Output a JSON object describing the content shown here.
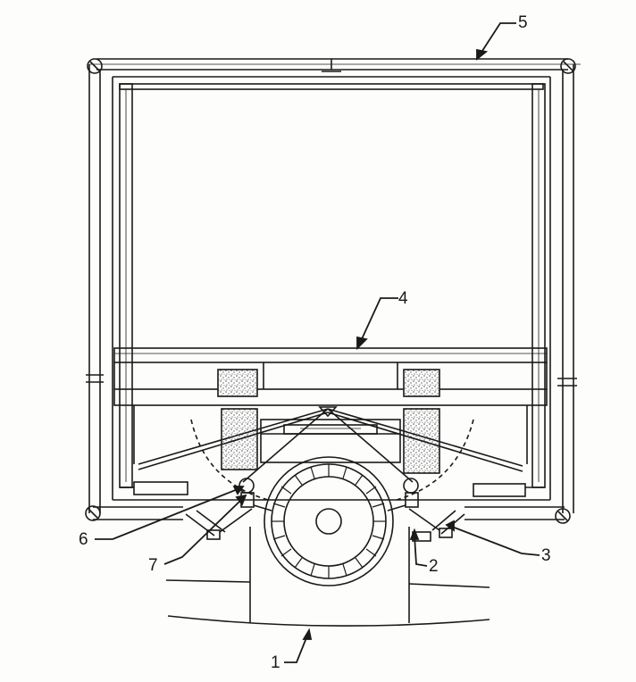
{
  "colors": {
    "ink": "#1a1a1a",
    "paper": "#fdfdfb",
    "hatch": "#555555"
  },
  "callouts": [
    {
      "id": "c1",
      "label": "1"
    },
    {
      "id": "c2",
      "label": "2"
    },
    {
      "id": "c3",
      "label": "3"
    },
    {
      "id": "c4",
      "label": "4"
    },
    {
      "id": "c5",
      "label": "5"
    },
    {
      "id": "c6",
      "label": "6"
    },
    {
      "id": "c7",
      "label": "7"
    }
  ]
}
